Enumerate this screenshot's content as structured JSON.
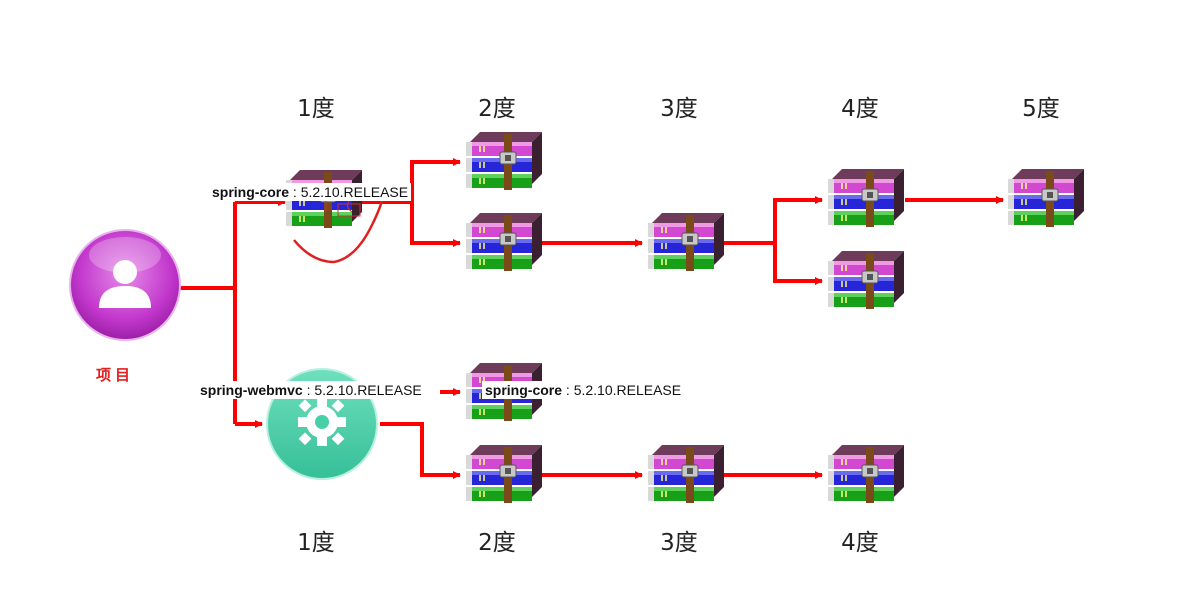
{
  "degrees_top": [
    "1度",
    "2度",
    "3度",
    "4度",
    "5度"
  ],
  "degrees_bottom": [
    "1度",
    "2度",
    "3度",
    "4度"
  ],
  "project_label": "项目",
  "labels": {
    "spring_core_top": {
      "artifact": "spring-core",
      "sep": " : ",
      "version": "5.2.10.RELEASE"
    },
    "spring_webmvc": {
      "artifact": "spring-webmvc",
      "sep": " : ",
      "version": "5.2.10.RELEASE"
    },
    "spring_core_bottom": {
      "artifact": "spring-core",
      "sep": " : ",
      "version": "5.2.10.RELEASE"
    }
  },
  "colors": {
    "arrow": "#ff0000",
    "project_icon": "#c63bd0",
    "webmvc_icon": "#47cfa8"
  },
  "icons": [
    "user-icon",
    "gear-icon",
    "archive-icon"
  ]
}
